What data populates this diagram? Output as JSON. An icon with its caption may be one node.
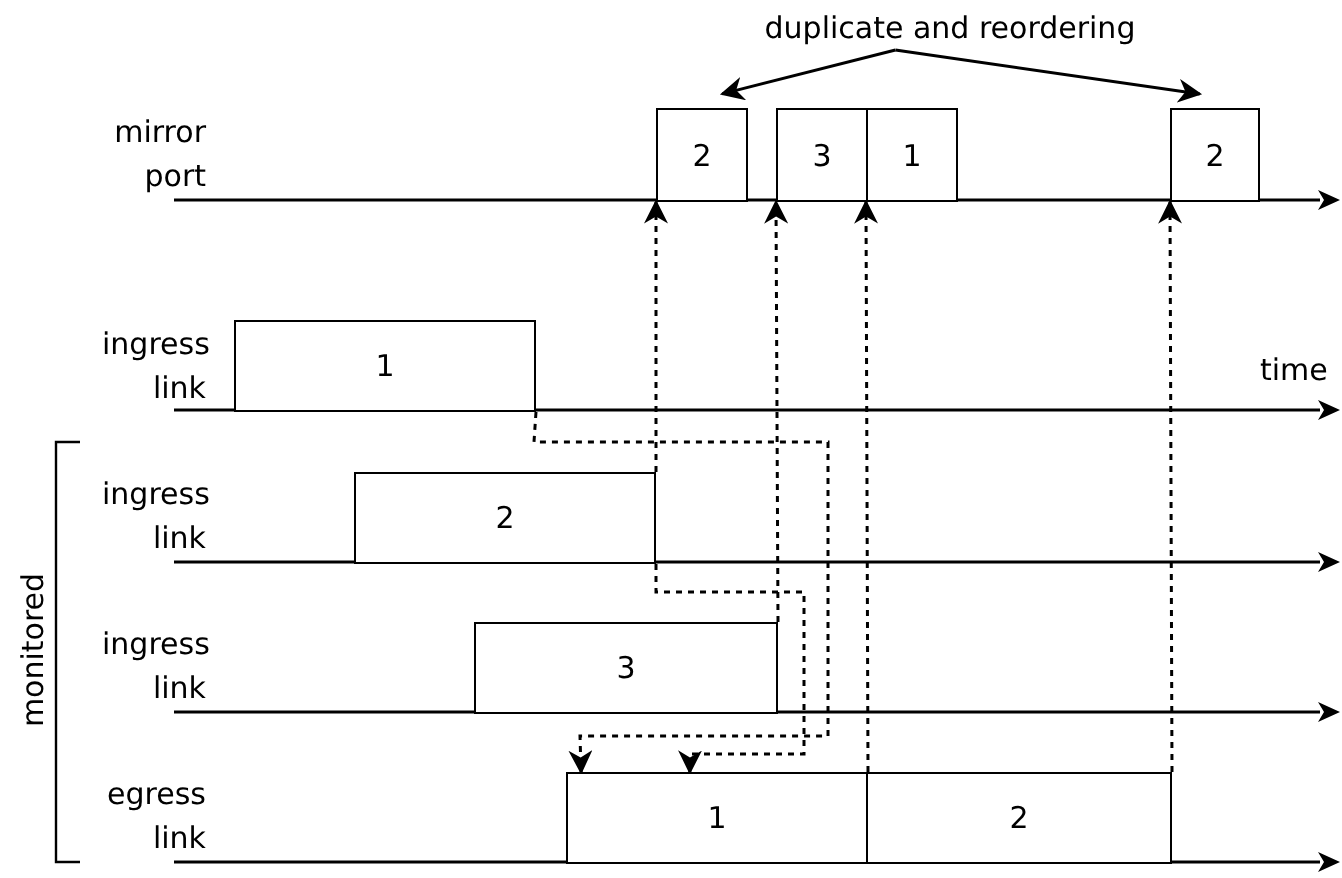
{
  "diagram": {
    "nodes": [
      {
        "text": [
          "duplicate and reordering"
        ]
      },
      {
        "text": [
          "2"
        ]
      },
      {
        "text": [
          "3"
        ]
      },
      {
        "text": [
          "1"
        ]
      },
      {
        "text": [
          "2"
        ]
      },
      {
        "text": [
          "1"
        ]
      },
      {
        "text": [
          "2"
        ]
      },
      {
        "text": [
          "3"
        ]
      },
      {
        "text": [
          "1"
        ]
      },
      {
        "text": [
          "2"
        ]
      }
    ],
    "edges": [
      {
        "from": 0,
        "to": 1,
        "arrow": "to"
      },
      {
        "from": 0,
        "to": 4,
        "arrow": "to"
      },
      {
        "from": 5,
        "to": 8,
        "arrow": "to",
        "style": "dashed"
      },
      {
        "from": 6,
        "to": 8,
        "arrow": "to",
        "style": "dashed"
      },
      {
        "from": 6,
        "to": 1,
        "arrow": "to",
        "style": "dashed"
      },
      {
        "from": 7,
        "to": 2,
        "arrow": "to",
        "style": "dashed"
      },
      {
        "from": 8,
        "to": 3,
        "arrow": "to",
        "style": "dashed"
      },
      {
        "from": 9,
        "to": 4,
        "arrow": "to",
        "style": "dashed"
      }
    ],
    "labels": [
      "mirror port",
      "ingress link",
      "time",
      "ingress link",
      "ingress link",
      "egress link",
      "monitored"
    ]
  }
}
